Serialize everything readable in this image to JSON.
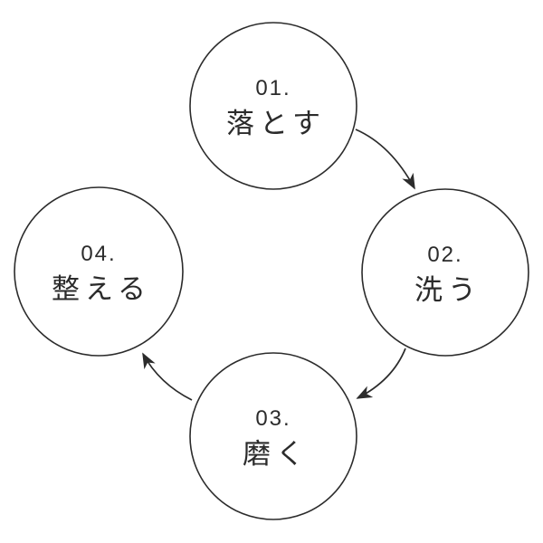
{
  "diagram": {
    "type": "cycle-process",
    "steps": [
      {
        "id": "01",
        "number": "01.",
        "label": "落とす",
        "position": "top"
      },
      {
        "id": "02",
        "number": "02.",
        "label": "洗う",
        "position": "right"
      },
      {
        "id": "03",
        "number": "03.",
        "label": "磨く",
        "position": "bottom"
      },
      {
        "id": "04",
        "number": "04.",
        "label": "整える",
        "position": "left"
      }
    ],
    "arrows": [
      {
        "from": "01",
        "to": "02"
      },
      {
        "from": "02",
        "to": "03"
      },
      {
        "from": "03",
        "to": "04"
      }
    ],
    "colors": {
      "line": "#2b2b2b",
      "text": "#2b2b2b",
      "circle_fill": "#ffffff",
      "background": "#ffffff"
    }
  }
}
